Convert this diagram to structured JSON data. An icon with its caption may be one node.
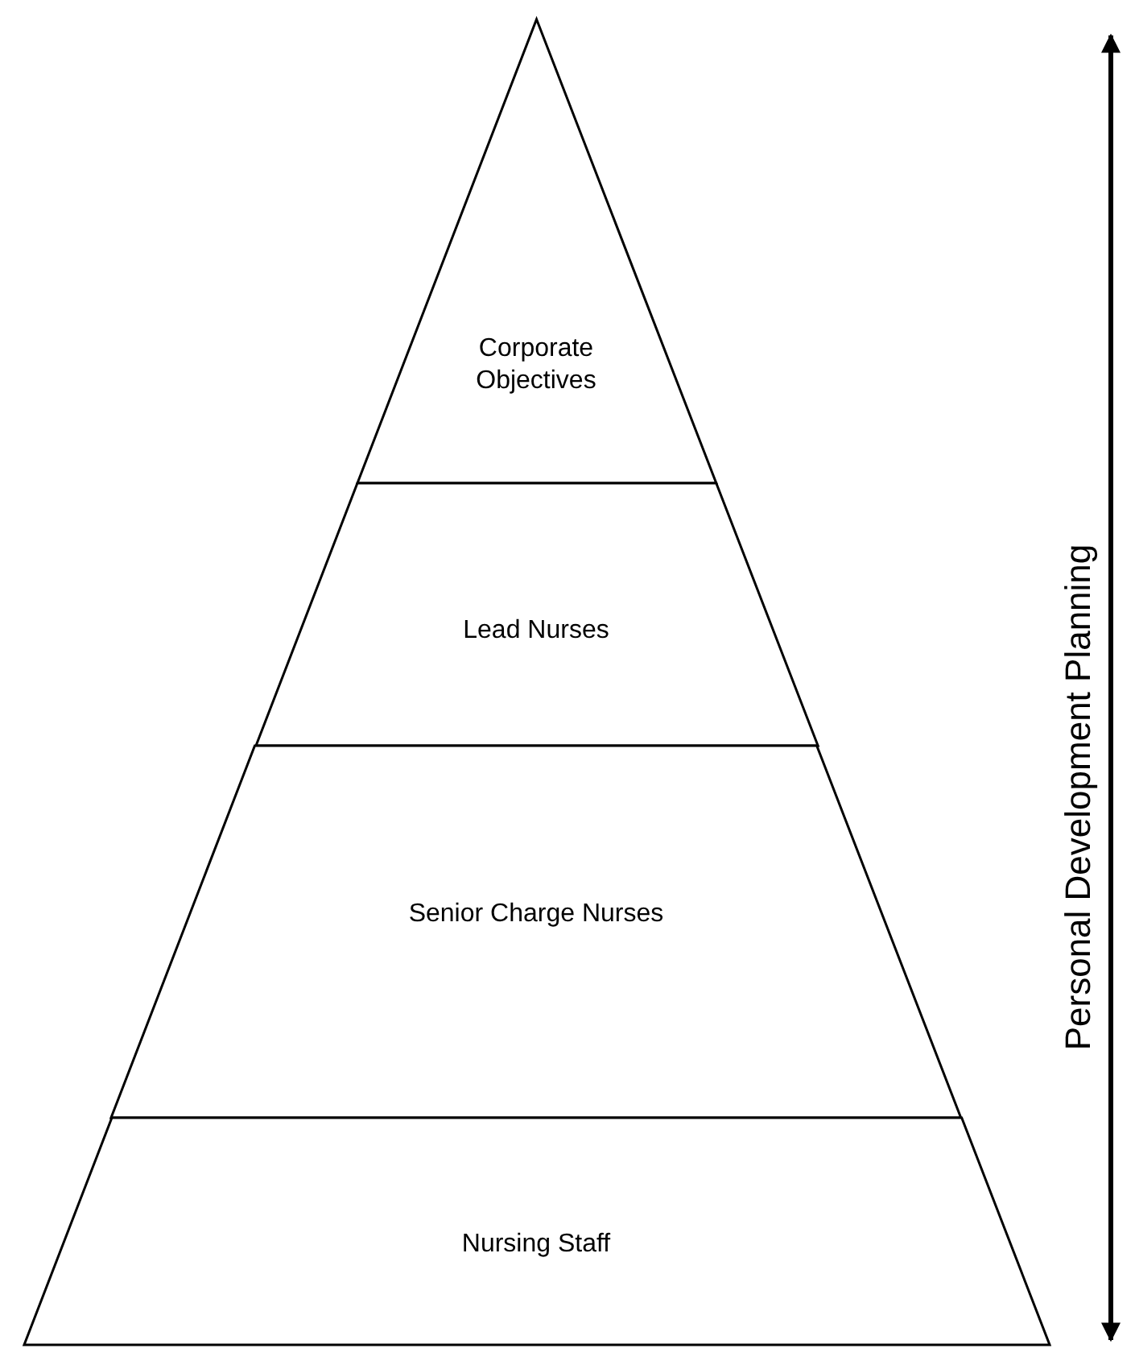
{
  "diagram": {
    "nodes": [
      {
        "text": [
          "Corporate Objectives"
        ]
      },
      {
        "text": [
          "Lead Nurses"
        ]
      },
      {
        "text": [
          "Senior Charge Nurses"
        ]
      },
      {
        "text": [
          "Nursing Staff"
        ]
      }
    ],
    "labels": [
      "Personal Development Planning"
    ]
  }
}
